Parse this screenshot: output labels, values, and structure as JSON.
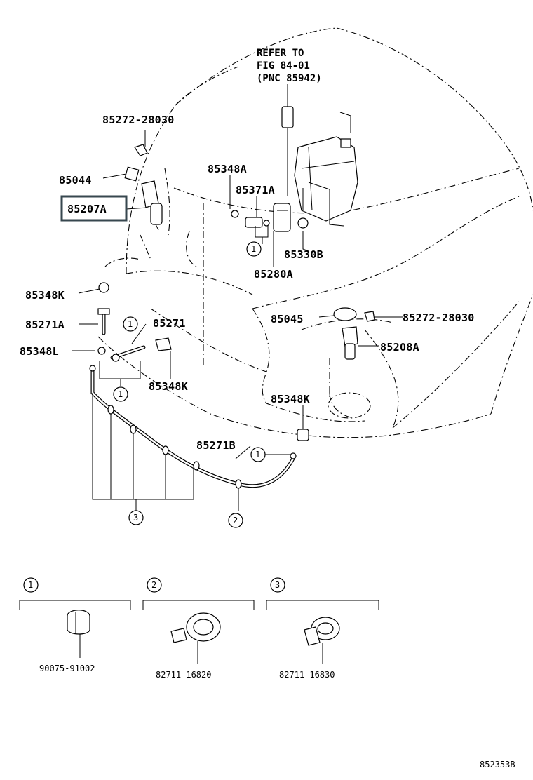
{
  "callouts": {
    "refer_line1": "REFER TO",
    "refer_line2": "FIG 84-01",
    "refer_line3": "(PNC 85942)",
    "p85272_top": "85272-28030",
    "p85044": "85044",
    "p85207A": "85207A",
    "p85348A": "85348A",
    "p85371A": "85371A",
    "p85330B": "85330B",
    "p85280A": "85280A",
    "p85348K_left": "85348K",
    "p85271A": "85271A",
    "p85271": "85271",
    "p85348L": "85348L",
    "p85348K_mid": "85348K",
    "p85045": "85045",
    "p85272_right": "85272-28030",
    "p85208A": "85208A",
    "p85348K_low": "85348K",
    "p85271B": "85271B"
  },
  "circle_refs": {
    "one": "1",
    "two": "2",
    "three": "3"
  },
  "legend": {
    "items": [
      {
        "ref": "1",
        "part_no": "90075-91002"
      },
      {
        "ref": "2",
        "part_no": "82711-16820"
      },
      {
        "ref": "3",
        "part_no": "82711-16830"
      }
    ]
  },
  "highlight_color": "#37474f",
  "diagram_code": "852353B"
}
